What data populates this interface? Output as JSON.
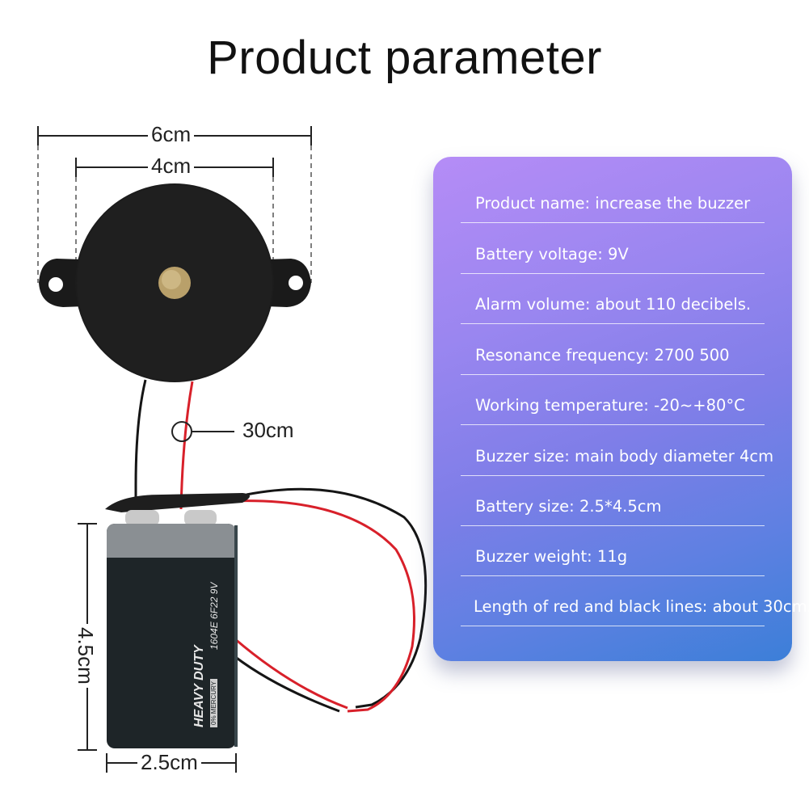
{
  "title": "Product parameter",
  "dimensions": {
    "outer_width": "6cm",
    "body_width": "4cm",
    "wire_length": "30cm",
    "battery_height": "4.5cm",
    "battery_width": "2.5cm"
  },
  "battery_labels": {
    "brand": "HEAVY DUTY",
    "model": "1604E 6F22 9V",
    "mercury": "0% MERCURY"
  },
  "parameters": [
    "Product name: increase the buzzer",
    "Battery voltage: 9V",
    "Alarm volume: about 110 decibels.",
    "Resonance frequency: 2700 500",
    "Working temperature: -20~+80°C",
    "Buzzer size: main body diameter 4cm",
    "Battery size: 2.5*4.5cm",
    "Buzzer weight: 11g",
    "Length of red and black lines: about 30cm."
  ],
  "colors": {
    "card_gradient_start": "#b58cf6",
    "card_gradient_end": "#3c7fd8",
    "wire_red": "#d8202a",
    "wire_black": "#151515"
  }
}
